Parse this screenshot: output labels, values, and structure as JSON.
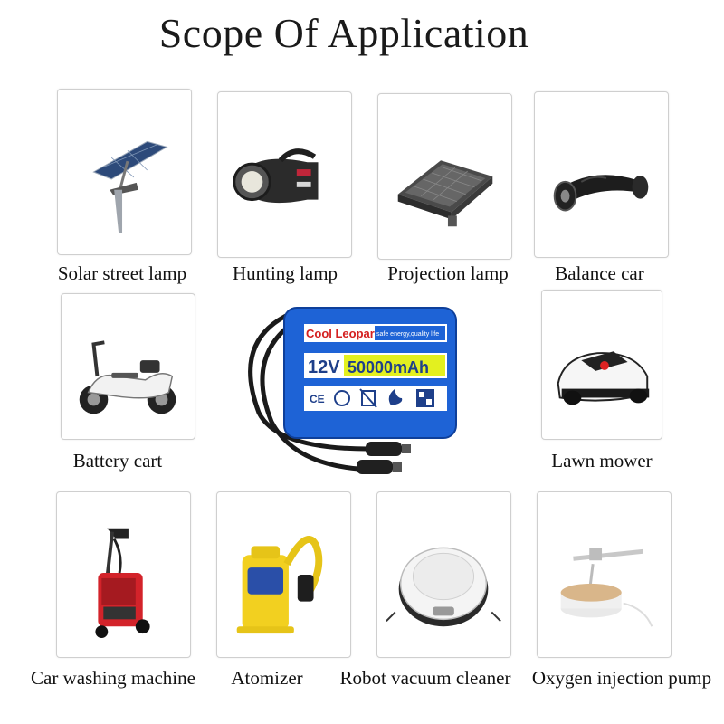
{
  "page": {
    "title": "Scope Of Application"
  },
  "applications": [
    {
      "label": "Solar street lamp",
      "icon": "solar-street-lamp-icon"
    },
    {
      "label": "Hunting lamp",
      "icon": "hunting-lamp-icon"
    },
    {
      "label": "Projection lamp",
      "icon": "projection-lamp-icon"
    },
    {
      "label": "Balance car",
      "icon": "balance-car-icon"
    },
    {
      "label": "Battery cart",
      "icon": "battery-cart-icon"
    },
    {
      "label": "Lawn mower",
      "icon": "lawn-mower-icon"
    },
    {
      "label": "Car washing machine",
      "icon": "car-washing-machine-icon"
    },
    {
      "label": "Atomizer",
      "icon": "atomizer-icon"
    },
    {
      "label": "Robot vacuum cleaner",
      "icon": "robot-vacuum-icon"
    },
    {
      "label": "Oxygen injection pump",
      "icon": "oxygen-pump-icon"
    }
  ],
  "battery": {
    "brand": "Cool Leopard",
    "tagline": "safe energy,quality life",
    "voltage": "12V",
    "capacity": "50000mAh",
    "color": "#1e63d6"
  }
}
